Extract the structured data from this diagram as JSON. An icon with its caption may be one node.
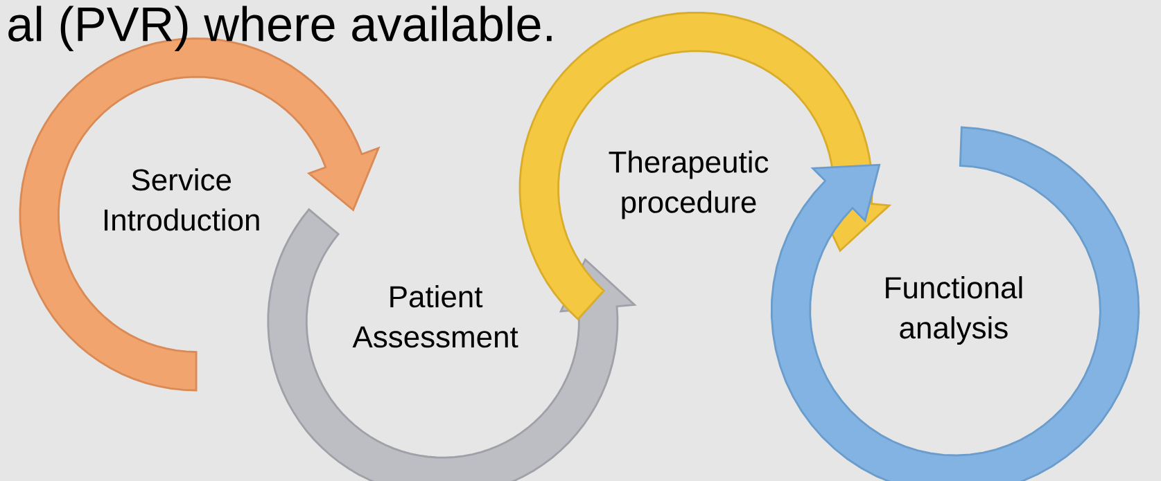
{
  "diagram": {
    "nodes": [
      {
        "text": [
          "Service Introduction"
        ]
      },
      {
        "text": [
          "Patient Assessment"
        ]
      },
      {
        "text": [
          "Therapeutic procedure"
        ]
      },
      {
        "text": [
          "Functional analysis"
        ]
      }
    ],
    "labels": [
      "al (PVR) where available."
    ]
  }
}
